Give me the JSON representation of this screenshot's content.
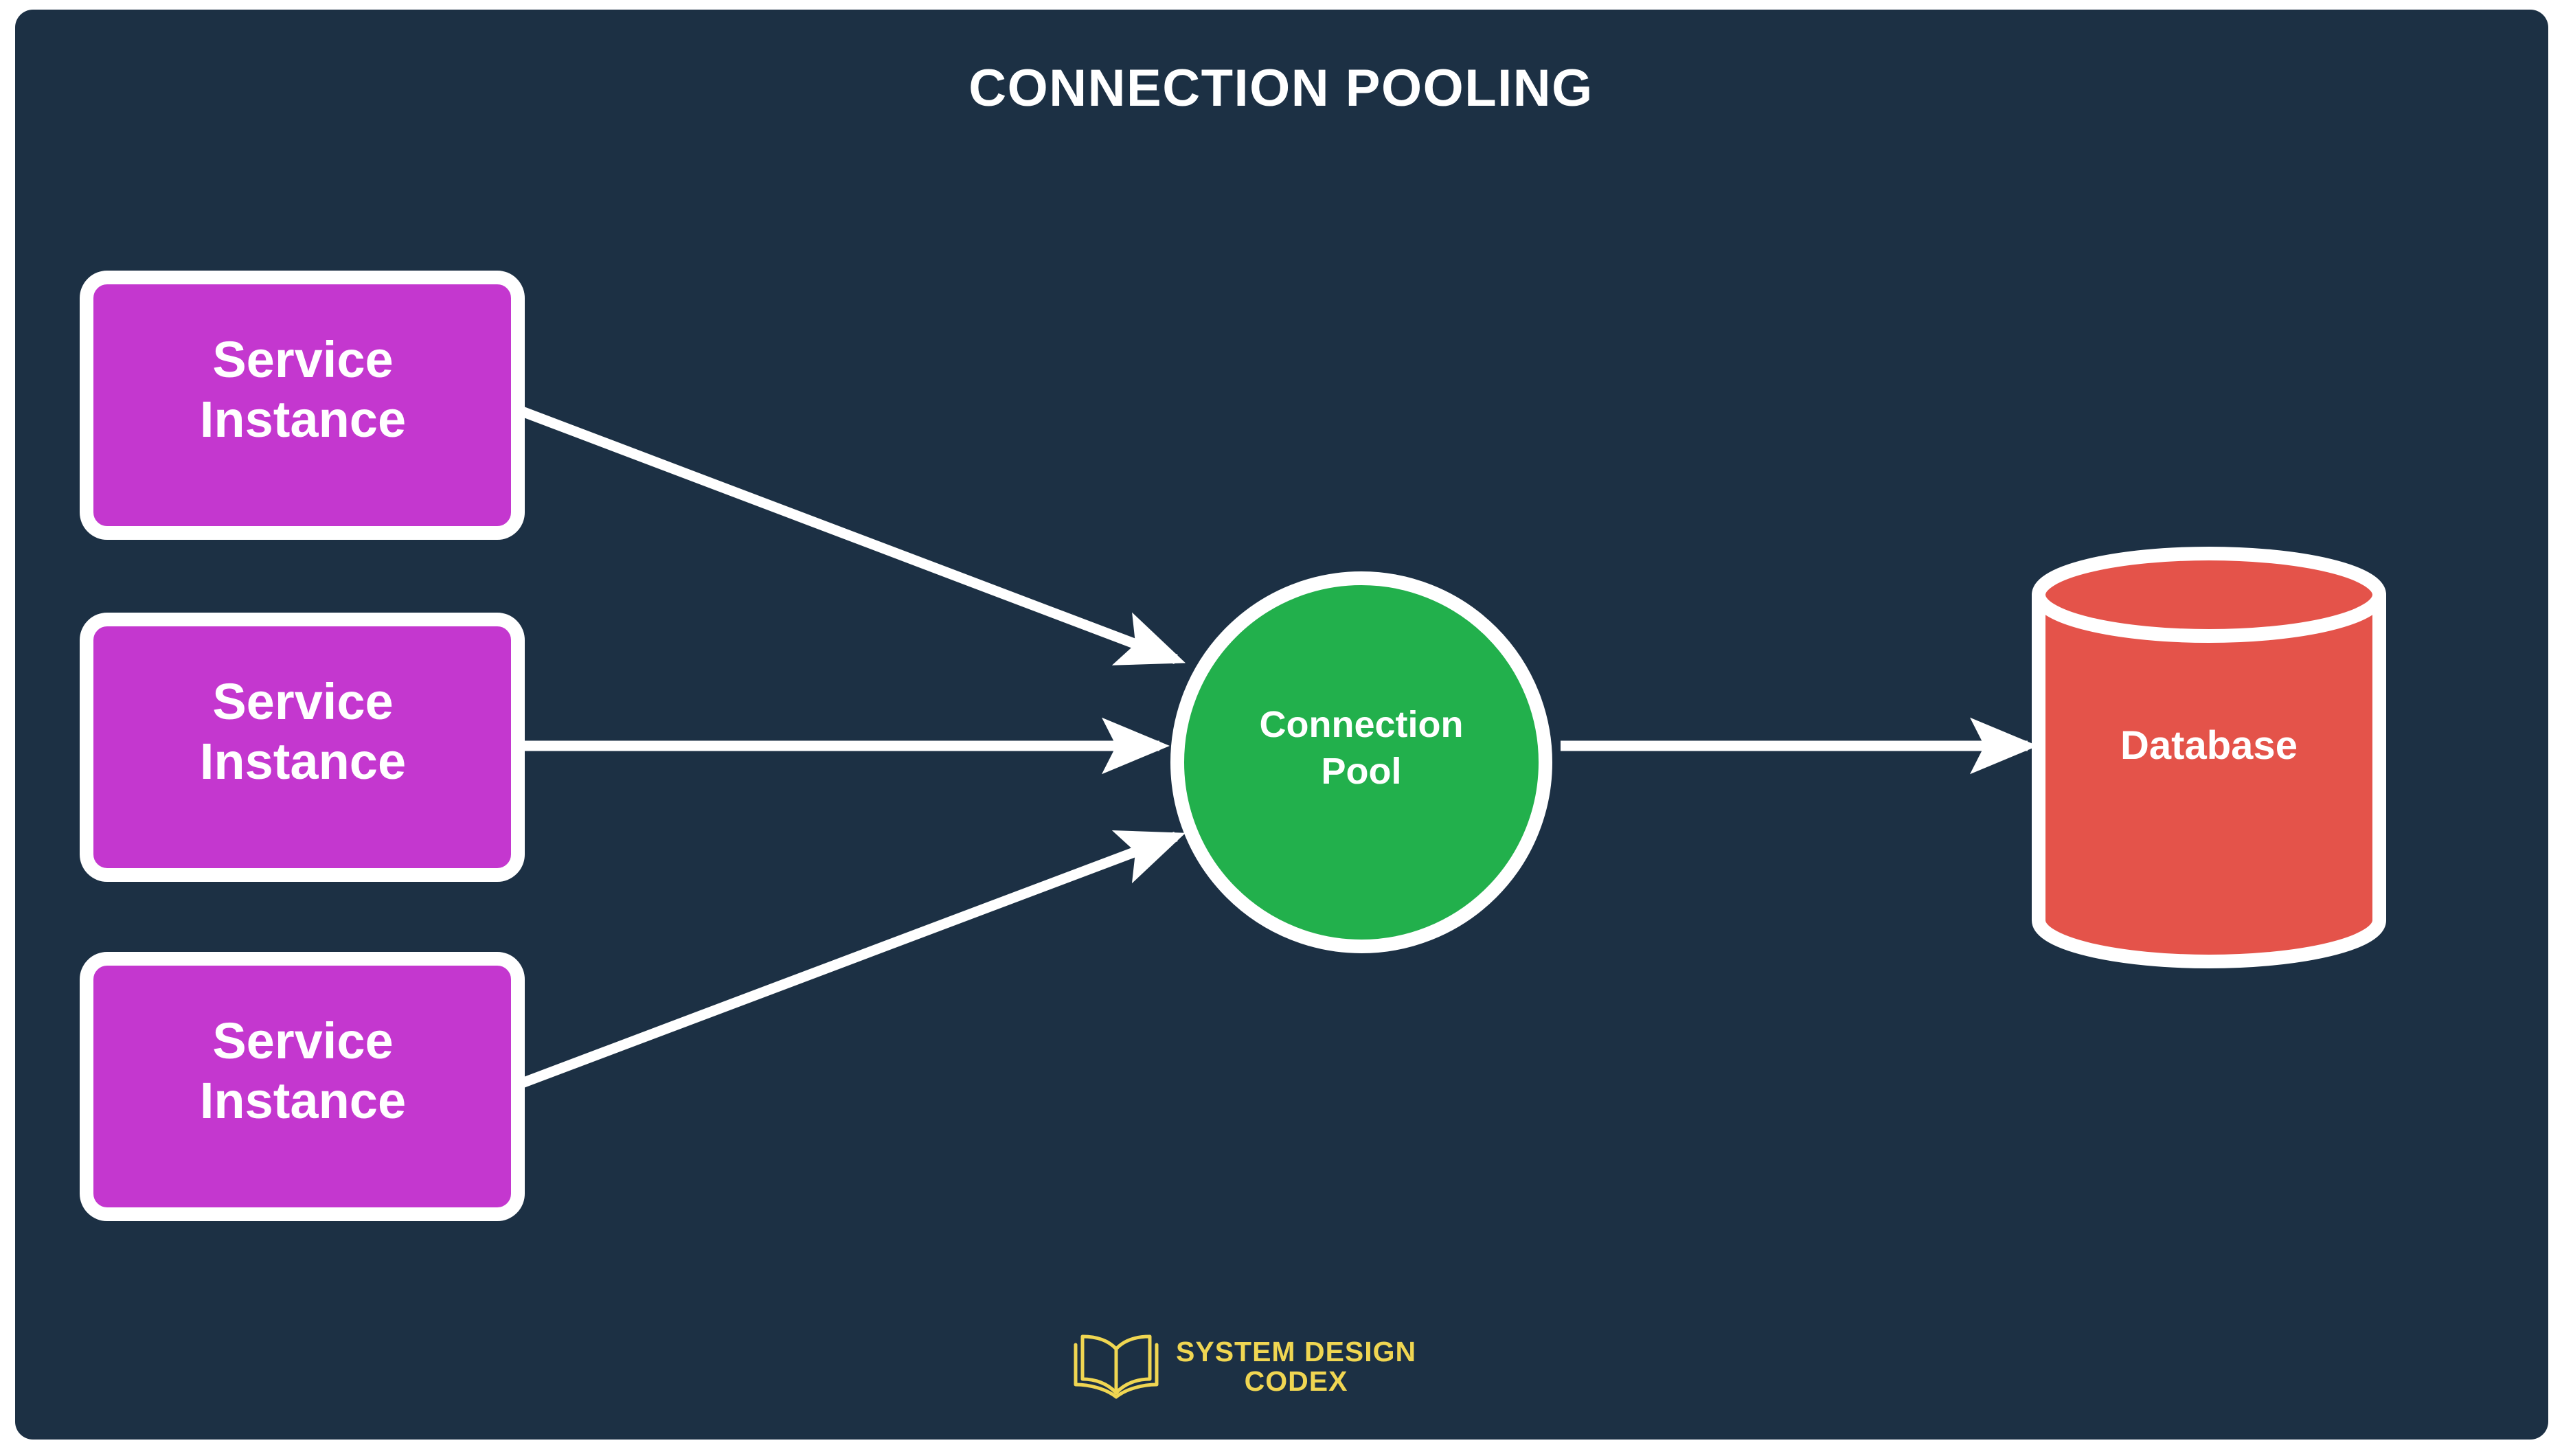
{
  "diagram": {
    "title": "CONNECTION POOLING",
    "background_color": "#1c3044",
    "page_background": "#ffffff",
    "stroke_color": "#ffffff"
  },
  "nodes": {
    "services": [
      {
        "label_line1": "Service",
        "label_line2": "Instance",
        "color": "#c437cf"
      },
      {
        "label_line1": "Service",
        "label_line2": "Instance",
        "color": "#c437cf"
      },
      {
        "label_line1": "Service",
        "label_line2": "Instance",
        "color": "#c437cf"
      }
    ],
    "pool": {
      "label_line1": "Connection",
      "label_line2": "Pool",
      "color": "#22b04c",
      "shape": "circle"
    },
    "database": {
      "label": "Database",
      "color": "#e4534a",
      "shape": "cylinder"
    }
  },
  "edges": [
    {
      "from": "service-instance-1",
      "to": "connection-pool",
      "arrow": true
    },
    {
      "from": "service-instance-2",
      "to": "connection-pool",
      "arrow": true
    },
    {
      "from": "service-instance-3",
      "to": "connection-pool",
      "arrow": true
    },
    {
      "from": "connection-pool",
      "to": "database",
      "arrow": true
    }
  ],
  "footer": {
    "logo_line1": "SYSTEM DESIGN",
    "logo_line2": "CODEX",
    "logo_color": "#f0d652",
    "icon": "open-book-icon"
  }
}
